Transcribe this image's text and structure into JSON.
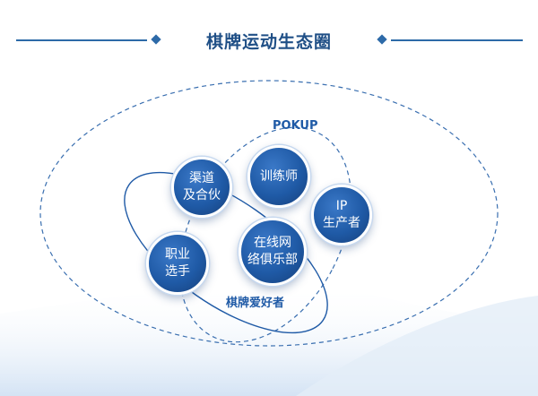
{
  "title": "棋牌运动生态圈",
  "labels": {
    "pokup": "POKUP",
    "enthusiasts": "棋牌爱好者"
  },
  "nodes": {
    "channel": {
      "line1": "渠道",
      "line2": "及合伙"
    },
    "trainer": {
      "line1": "训练师"
    },
    "ip": {
      "line1": "IP",
      "line2": "生产者"
    },
    "online": {
      "line1": "在线网",
      "line2": "络俱乐部"
    },
    "pro": {
      "line1": "职业",
      "line2": "选手"
    }
  },
  "colors": {
    "primary": "#1f5aa6",
    "title": "#1f4f86",
    "dashed": "#3a6fb0"
  }
}
